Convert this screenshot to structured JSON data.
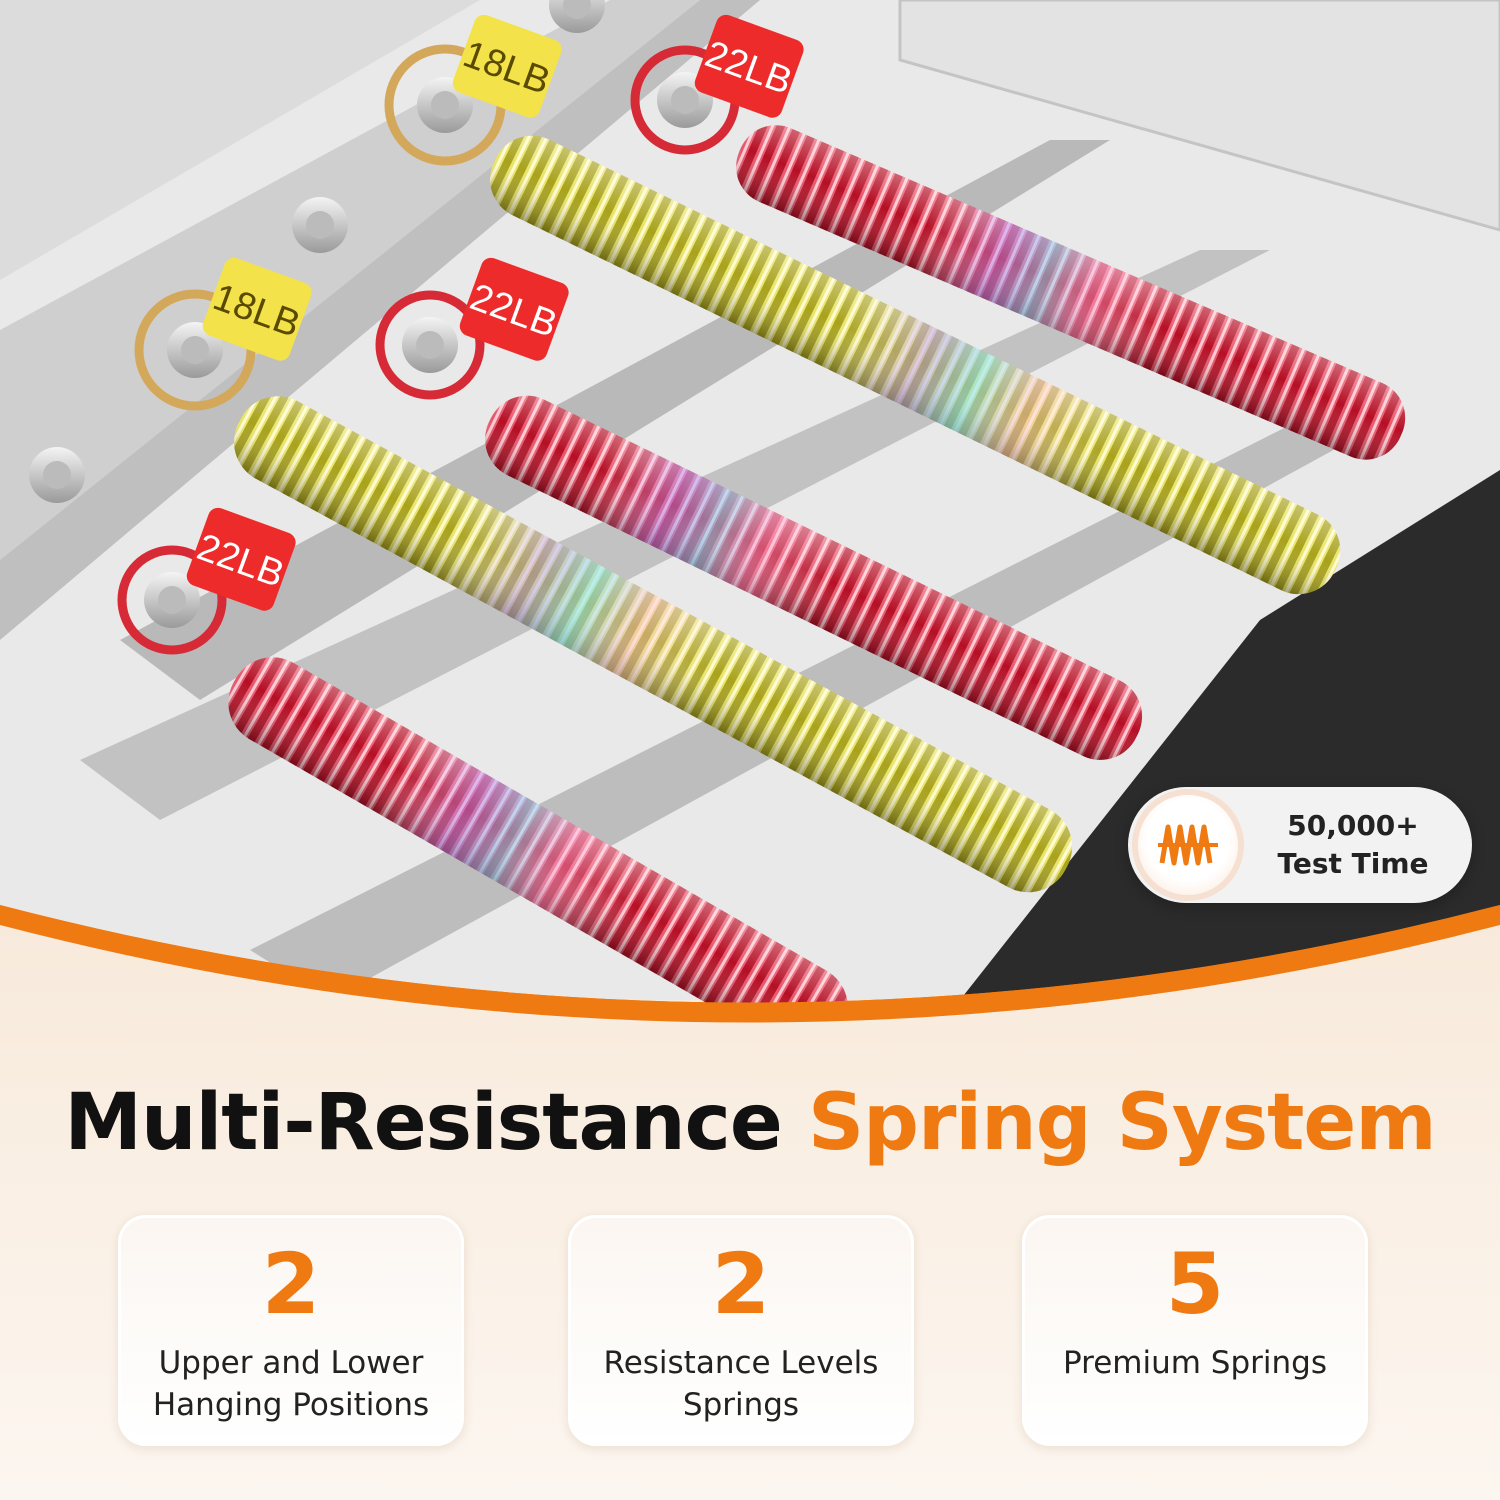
{
  "tags": [
    {
      "label": "18LB",
      "color": "#f3e24a"
    },
    {
      "label": "22LB",
      "color": "#ee2b2b"
    },
    {
      "label": "18LB",
      "color": "#f3e24a"
    },
    {
      "label": "22LB",
      "color": "#ee2b2b"
    },
    {
      "label": "22LB",
      "color": "#ee2b2b"
    }
  ],
  "badge": {
    "line1": "50,000+",
    "line2": "Test Time",
    "icon": "spring-icon"
  },
  "headline": {
    "part1": "Multi-Resistance",
    "part2": "Spring System"
  },
  "stats": [
    {
      "value": "2",
      "label": "Upper and Lower Hanging Positions"
    },
    {
      "value": "2",
      "label": "Resistance Levels Springs"
    },
    {
      "value": "5",
      "label": "Premium Springs"
    }
  ],
  "colors": {
    "accent": "#f07a12",
    "red_spring": "#c8102e",
    "yellow_spring": "#d9d23a",
    "frame": "#d7d7d7"
  }
}
